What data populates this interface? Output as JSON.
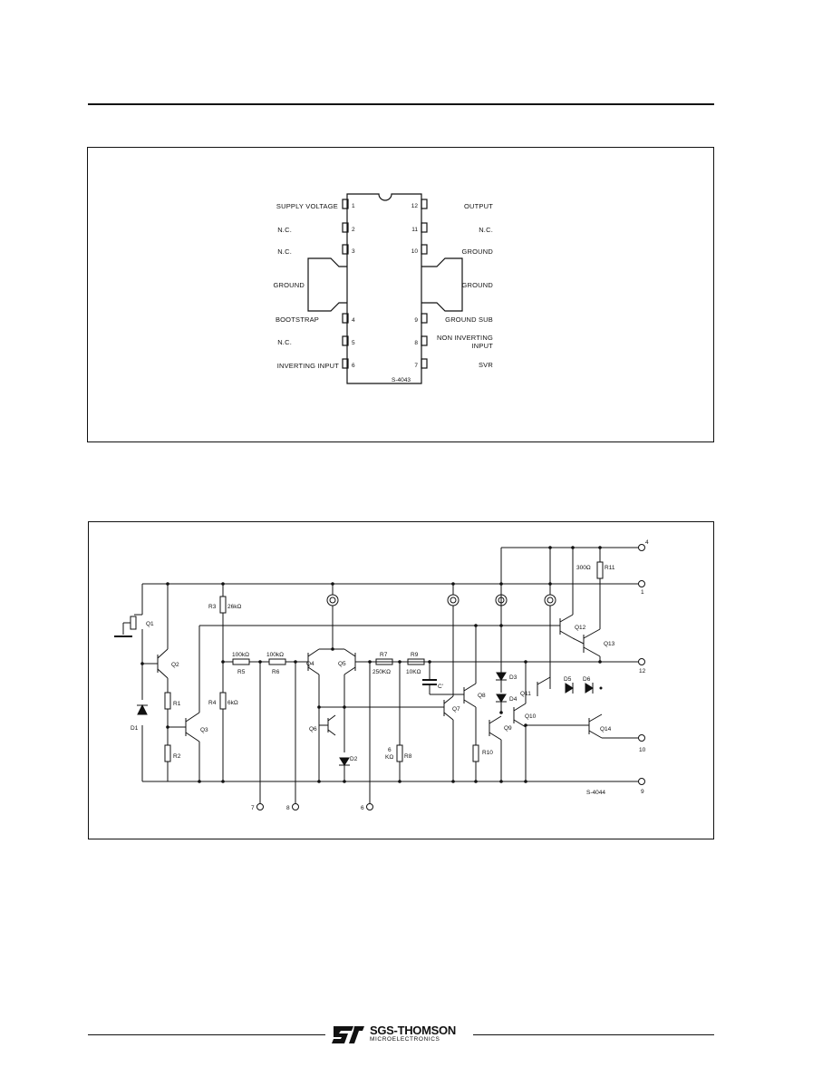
{
  "pinout": {
    "left_pins": [
      {
        "label": "SUPPLY VOLTAGE",
        "num": "1"
      },
      {
        "label": "N.C.",
        "num": "2"
      },
      {
        "label": "N.C.",
        "num": "3"
      },
      {
        "label": "GROUND",
        "num": ""
      },
      {
        "label": "BOOTSTRAP",
        "num": "4"
      },
      {
        "label": "N.C.",
        "num": "5"
      },
      {
        "label": "INVERTING INPUT",
        "num": "6"
      }
    ],
    "right_pins": [
      {
        "label": "OUTPUT",
        "num": "12"
      },
      {
        "label": "N.C.",
        "num": "11"
      },
      {
        "label": "GROUND",
        "num": "10"
      },
      {
        "label": "GROUND",
        "num": ""
      },
      {
        "label": "GROUND SUB",
        "num": "9"
      },
      {
        "label": "NON INVERTING",
        "label2": "INPUT",
        "num": "8"
      },
      {
        "label": "SVR",
        "num": "7"
      }
    ],
    "drawing_code": "S-4043"
  },
  "schematic": {
    "drawing_code": "S-4044",
    "terminals": {
      "t4": "4",
      "t1": "1",
      "t12": "12",
      "t10": "10",
      "t9": "9",
      "t7": "7",
      "t8": "8",
      "t6": "6"
    },
    "transistors": {
      "q1": "Q1",
      "q2": "Q2",
      "q3": "Q3",
      "q4": "Q4",
      "q5": "Q5",
      "q6": "Q6",
      "q7": "Q7",
      "q8": "Q8",
      "q9": "Q9",
      "q10": "Q10",
      "q11": "Q11",
      "q12": "Q12",
      "q13": "Q13",
      "q14": "Q14"
    },
    "resistors": {
      "r1": "R1",
      "r2": "R2",
      "r3": "R3",
      "r4": "R4",
      "r5": "R5",
      "r6": "R6",
      "r7": "R7",
      "r8": "R8",
      "r9": "R9",
      "r10": "R10",
      "r11": "R11"
    },
    "values": {
      "r3": "26kΩ",
      "r4": "6kΩ",
      "r5": "100kΩ",
      "r6": "100kΩ",
      "r7": "250KΩ",
      "r9": "10KΩ",
      "r8a": "6",
      "r8b": "KΩ",
      "r11": "300Ω"
    },
    "diodes": {
      "d1": "D1",
      "d2": "D2",
      "d3": "D3",
      "d4": "D4",
      "d5": "D5",
      "d6": "D6"
    },
    "capacitor": "C'"
  },
  "footer": {
    "brand": "SGS-THOMSON",
    "subtitle": "MICROELECTRONICS"
  }
}
